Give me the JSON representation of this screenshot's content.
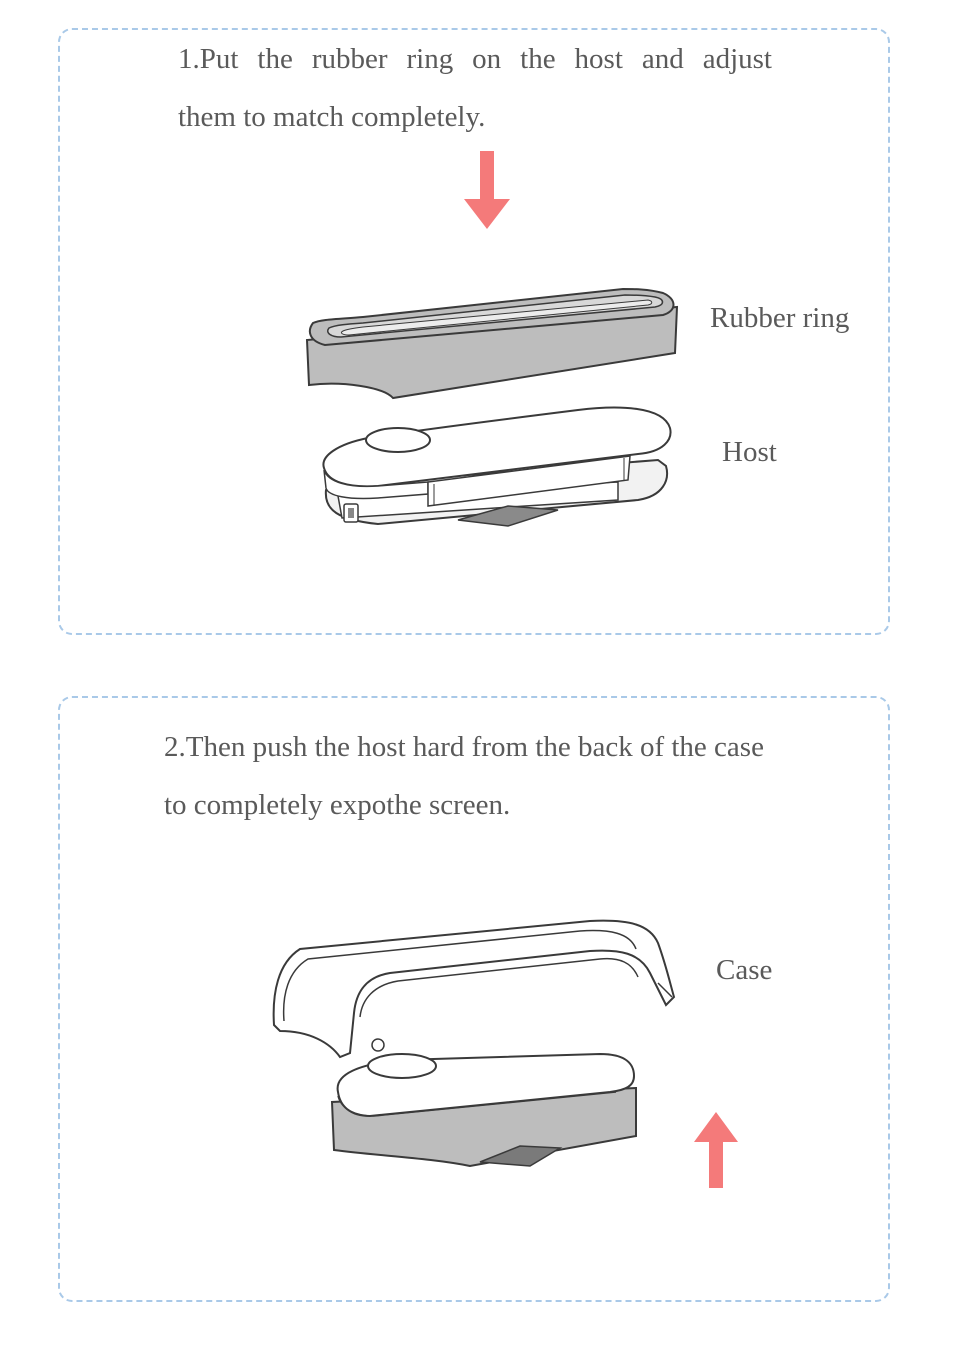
{
  "step1": {
    "line1": "1.Put the rubber ring on the host and adjust",
    "line2": "them to match completely.",
    "labels": {
      "rubber_ring": "Rubber ring",
      "host": "Host"
    }
  },
  "step2": {
    "line1": "2.Then push the host hard from the back of the case",
    "line2": "to completely expothe screen.",
    "labels": {
      "case": "Case"
    }
  },
  "colors": {
    "arrow": "#f47a7a",
    "border": "#a9c9e8",
    "text": "#5a5a5a",
    "line": "#3a3a3a",
    "part_gray": "#bdbdbd"
  },
  "icons": {
    "down_arrow": "down-arrow-icon",
    "up_arrow": "up-arrow-icon"
  }
}
